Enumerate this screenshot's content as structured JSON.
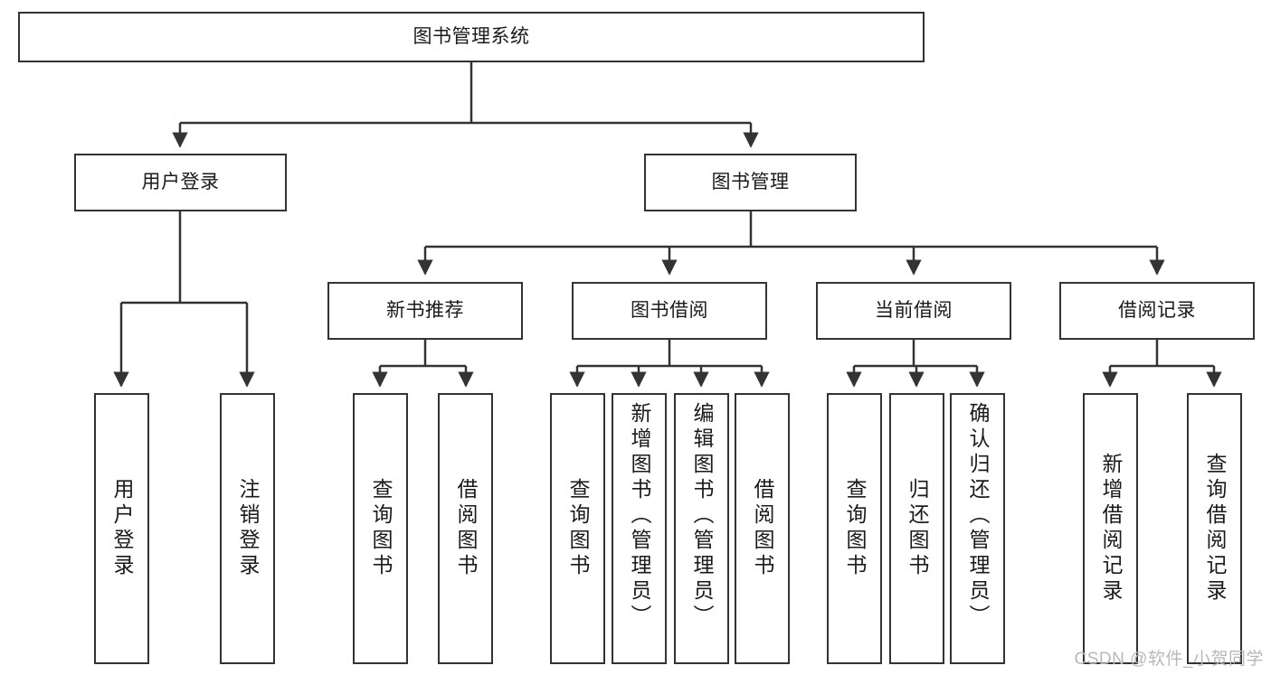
{
  "diagram": {
    "title": "图书管理系统",
    "type": "hierarchy-tree",
    "watermark": "CSDN @软件_小贺同学",
    "colors": {
      "box_border": "#333333",
      "box_fill": "#ffffff",
      "text": "#1a1a1a",
      "connector": "#333333",
      "watermark": "#b8b8b8",
      "background": "#ffffff"
    },
    "root": {
      "label": "图书管理系统"
    },
    "level2": [
      {
        "id": "user-login",
        "label": "用户登录"
      },
      {
        "id": "book-manage",
        "label": "图书管理"
      }
    ],
    "level3": [
      {
        "id": "new-book-recommend",
        "label": "新书推荐"
      },
      {
        "id": "book-borrow",
        "label": "图书借阅"
      },
      {
        "id": "current-borrow",
        "label": "当前借阅"
      },
      {
        "id": "borrow-record",
        "label": "借阅记录"
      }
    ],
    "leaves": {
      "user_login": [
        {
          "id": "leaf-user-login",
          "label": "用户登录"
        },
        {
          "id": "leaf-logout",
          "label": "注销登录"
        }
      ],
      "new_book_recommend": [
        {
          "id": "leaf-query-book-1",
          "label": "查询图书"
        },
        {
          "id": "leaf-borrow-book-1",
          "label": "借阅图书"
        }
      ],
      "book_borrow": [
        {
          "id": "leaf-query-book-2",
          "label": "查询图书"
        },
        {
          "id": "leaf-add-book",
          "label": "新增图书（管理员）"
        },
        {
          "id": "leaf-edit-book",
          "label": "编辑图书（管理员）"
        },
        {
          "id": "leaf-borrow-book-2",
          "label": "借阅图书"
        }
      ],
      "current_borrow": [
        {
          "id": "leaf-query-book-3",
          "label": "查询图书"
        },
        {
          "id": "leaf-return-book",
          "label": "归还图书"
        },
        {
          "id": "leaf-confirm-return",
          "label": "确认归还（管理员）"
        }
      ],
      "borrow_record": [
        {
          "id": "leaf-add-record",
          "label": "新增借阅记录"
        },
        {
          "id": "leaf-query-record",
          "label": "查询借阅记录"
        }
      ]
    }
  }
}
